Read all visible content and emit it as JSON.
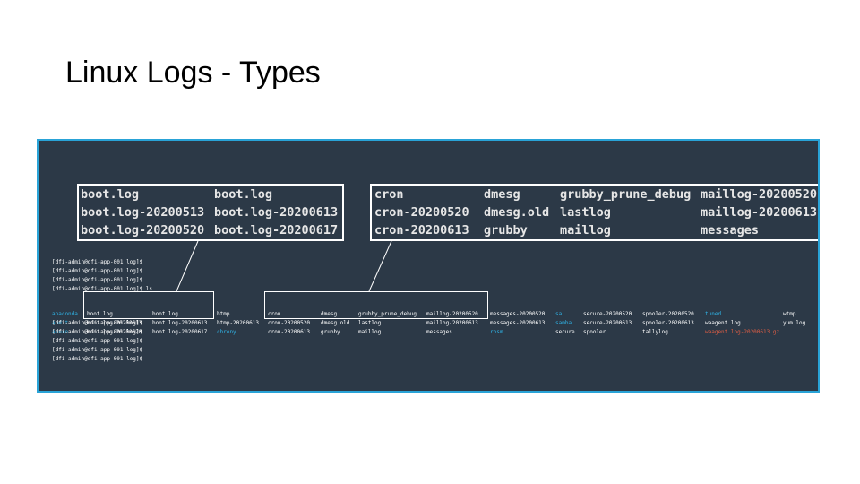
{
  "slide": {
    "title": "Linux Logs - Types"
  },
  "zoom_left": {
    "rows": [
      [
        "boot.log",
        "boot.log"
      ],
      [
        "boot.log-20200513",
        "boot.log-20200613"
      ],
      [
        "boot.log-20200520",
        "boot.log-20200617"
      ]
    ]
  },
  "zoom_right": {
    "rows": [
      [
        "cron",
        "dmesg",
        "grubby_prune_debug",
        "maillog-20200520"
      ],
      [
        "cron-20200520",
        "dmesg.old",
        "lastlog",
        "maillog-20200613"
      ],
      [
        "cron-20200613",
        "grubby",
        "maillog",
        "messages"
      ]
    ]
  },
  "terminal": {
    "prompts_before": [
      "[dfi-admin@dfi-app-001 log]$",
      "[dfi-admin@dfi-app-001 log]$",
      "[dfi-admin@dfi-app-001 log]$",
      "[dfi-admin@dfi-app-001 log]$ ls"
    ],
    "prompts_after": [
      "[dfi-admin@dfi-app-001 log]$",
      "[dfi-admin@dfi-app-001 log]$",
      "[dfi-admin@dfi-app-001 log]$",
      "[dfi-admin@dfi-app-001 log]$",
      "[dfi-admin@dfi-app-001 log]$"
    ],
    "listing": {
      "c1": [
        "anaconda",
        "audit",
        "azure"
      ],
      "c2": [
        "boot.log",
        "boot.log-20200513",
        "boot.log-20200520"
      ],
      "c3": [
        "boot.log",
        "boot.log-20200613",
        "boot.log-20200617"
      ],
      "c4": [
        "btmp",
        "btmp-20200613",
        "chrony"
      ],
      "c5": [
        "cron",
        "cron-20200520",
        "cron-20200613"
      ],
      "c6": [
        "dmesg",
        "dmesg.old",
        "grubby"
      ],
      "c7": [
        "grubby_prune_debug",
        "lastlog",
        "maillog"
      ],
      "c8": [
        "maillog-20200520",
        "maillog-20200613",
        "messages"
      ],
      "c9": [
        "messages-20200520",
        "messages-20200613",
        "rhsm"
      ],
      "c10": [
        "sa",
        "samba",
        "secure"
      ],
      "c11": [
        "secure-20200520",
        "secure-20200613",
        "spooler"
      ],
      "c12": [
        "spooler-20200520",
        "spooler-20200613",
        "tallylog"
      ],
      "c13": [
        "tuned",
        "waagent.log",
        "waagent.log-20200613.gz"
      ],
      "c14": [
        "wtmp",
        "yum.log",
        ""
      ]
    }
  },
  "colors": {
    "terminal_bg": "#2c3947",
    "border": "#29a3d7",
    "dir": "#2fb3e6",
    "archive": "#e15e44",
    "text": "#ffffff"
  }
}
